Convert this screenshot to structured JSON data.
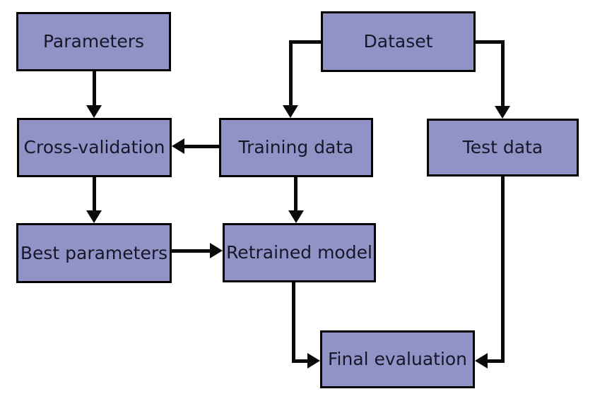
{
  "diagram": {
    "type": "flowchart",
    "colors": {
      "node_fill": "#9193c7",
      "node_border": "#000000",
      "text": "#17172a",
      "arrow": "#0a0a0a",
      "background": "#ffffff"
    },
    "nodes": [
      {
        "id": "parameters",
        "label": "Parameters"
      },
      {
        "id": "dataset",
        "label": "Dataset"
      },
      {
        "id": "cross-validation",
        "label": "Cross-validation"
      },
      {
        "id": "training-data",
        "label": "Training data"
      },
      {
        "id": "test-data",
        "label": "Test data"
      },
      {
        "id": "best-parameters",
        "label": "Best parameters"
      },
      {
        "id": "retrained-model",
        "label": "Retrained model"
      },
      {
        "id": "final-evaluation",
        "label": "Final evaluation"
      }
    ],
    "edges": [
      {
        "from": "parameters",
        "to": "cross-validation",
        "route": "straight-down"
      },
      {
        "from": "dataset",
        "to": "training-data",
        "route": "left-then-down"
      },
      {
        "from": "dataset",
        "to": "test-data",
        "route": "right-then-down"
      },
      {
        "from": "training-data",
        "to": "cross-validation",
        "route": "straight-left"
      },
      {
        "from": "cross-validation",
        "to": "best-parameters",
        "route": "straight-down"
      },
      {
        "from": "best-parameters",
        "to": "retrained-model",
        "route": "straight-right"
      },
      {
        "from": "training-data",
        "to": "retrained-model",
        "route": "straight-down"
      },
      {
        "from": "retrained-model",
        "to": "final-evaluation",
        "route": "down-then-right"
      },
      {
        "from": "test-data",
        "to": "final-evaluation",
        "route": "down-then-left"
      }
    ]
  }
}
